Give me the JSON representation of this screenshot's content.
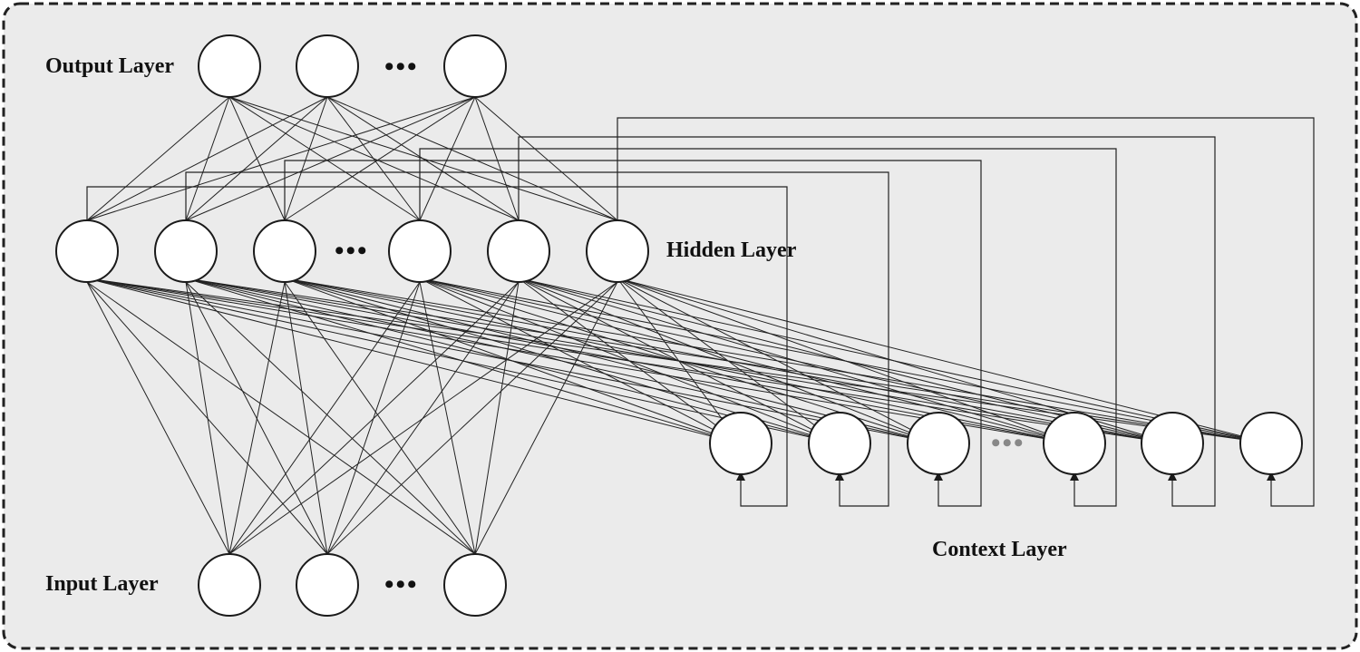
{
  "labels": {
    "output_layer": "Output Layer",
    "hidden_layer": "Hidden Layer",
    "input_layer": "Input Layer",
    "context_layer": "Context Layer"
  },
  "ellipsis": "•••",
  "layers": {
    "output": {
      "visible_nodes": 3
    },
    "hidden": {
      "visible_nodes": 6
    },
    "input": {
      "visible_nodes": 3
    },
    "context": {
      "visible_nodes": 6
    }
  },
  "colors": {
    "background": "#ebebeb",
    "border": "#222222",
    "line": "#222222",
    "node_fill": "#ffffff",
    "context_ellipsis": "#888888"
  }
}
